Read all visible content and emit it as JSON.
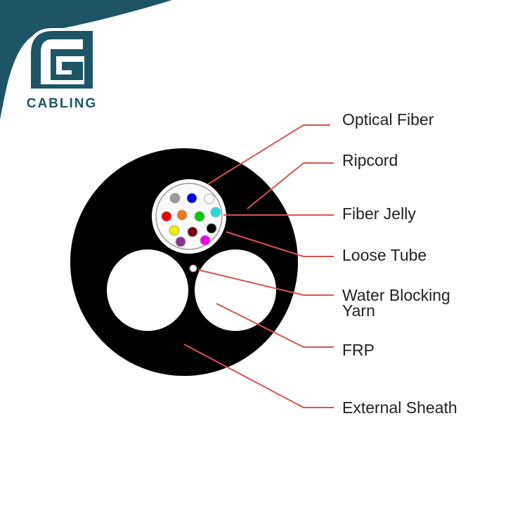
{
  "logo": {
    "text": "CABLING",
    "color": "#1e5566"
  },
  "labels": {
    "optical_fiber": "Optical Fiber",
    "ripcord": "Ripcord",
    "fiber_jelly": "Fiber Jelly",
    "loose_tube": "Loose Tube",
    "water_blocking_1": "Water Blocking",
    "water_blocking_2": "Yarn",
    "frp": "FRP",
    "external_sheath": "External Sheath"
  },
  "fiber_colors": [
    "#999999",
    "#0000dd",
    "#ffffff",
    "#ee0000",
    "#ee7722",
    "#00cc00",
    "#22dddd",
    "#eeee00",
    "#770011",
    "#000000",
    "#883399",
    "#ee00ee"
  ],
  "leader_color": "#d9534f"
}
